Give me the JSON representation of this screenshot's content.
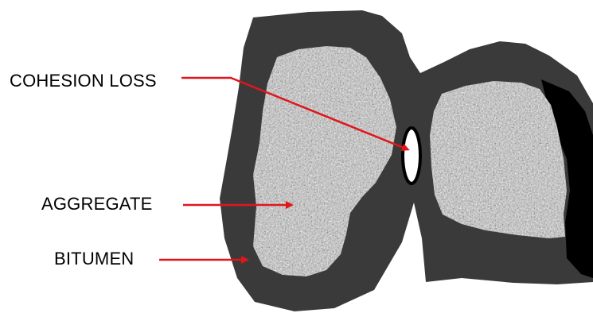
{
  "labels": {
    "cohesion_loss": "COHESION LOSS",
    "aggregate": "AGGREGATE",
    "bitumen": "BITUMEN"
  },
  "colors": {
    "bitumen": "#3a3a3a",
    "void_black": "#000000",
    "arrow_red": "#e0161d",
    "aggregate_base": "#b8b8b8",
    "background": "#ffffff"
  },
  "icons": {
    "arrow": "red-arrow-icon"
  }
}
